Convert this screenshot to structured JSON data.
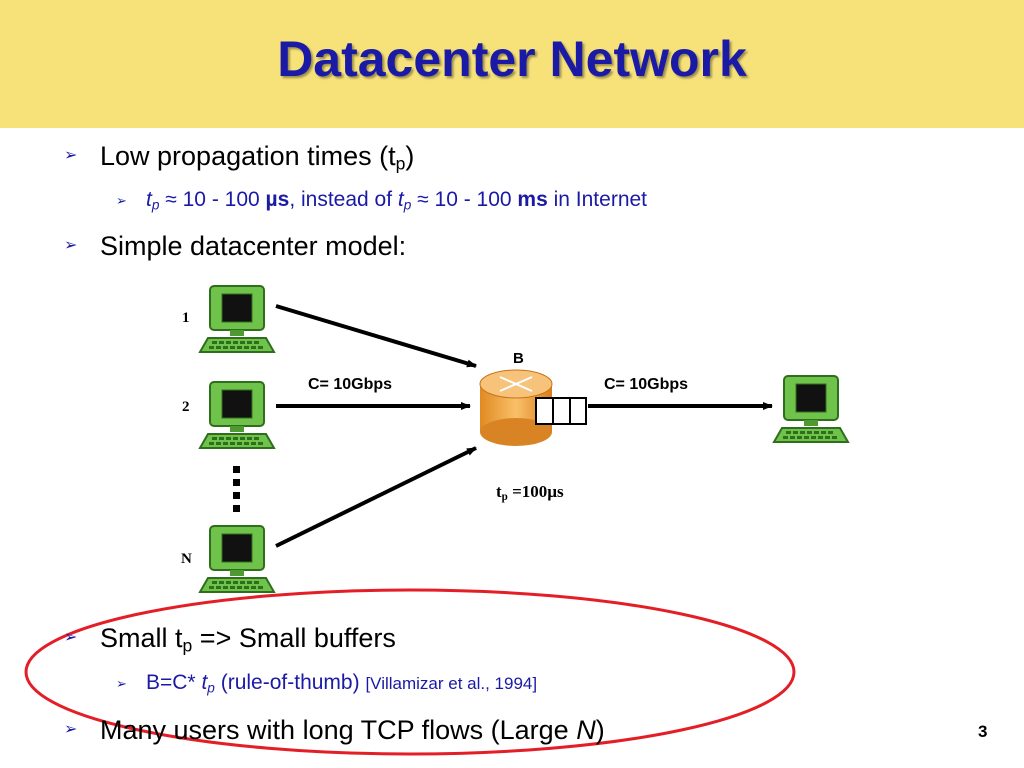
{
  "slide": {
    "title": "Datacenter Network",
    "page_number": "3"
  },
  "bullets": {
    "b1": {
      "text": "Low propagation times (t",
      "sub": "p",
      "after": ")"
    },
    "b1_sub": {
      "t": "t",
      "p": "p",
      "part1": " ≈ 10 - 100 ",
      "unit1": "µs",
      "part2": ", instead of ",
      "t2": "t",
      "p2": "p",
      "part3": " ≈ 10 - 100 ",
      "unit2": "ms",
      "part4": " in Internet"
    },
    "b2": {
      "text": "Simple datacenter model:"
    },
    "b3": {
      "text": "Small t",
      "sub": "p",
      "after": " => Small buffers"
    },
    "b3_sub": {
      "prefix": "B=C* ",
      "t": "t",
      "p": "p",
      "rule": " (rule-of-thumb) ",
      "ref": "[Villamizar et al., 1994]"
    },
    "b4": {
      "text": "Many users with long TCP flows (Large ",
      "italic": "N",
      "after": ")"
    }
  },
  "diagram": {
    "host_labels": [
      "1",
      "2",
      "N"
    ],
    "link_in_label": "C= 10Gbps",
    "link_out_label": "C= 10Gbps",
    "buffer_label": "B",
    "tp_t": "t",
    "tp_p": "p",
    "tp_value": " =100µs",
    "colors": {
      "monitor_green": "#6fc24a",
      "router_orange": "#f3a43a",
      "highlight_red": "#e41e26",
      "text_blue": "#1a1aa6"
    }
  }
}
